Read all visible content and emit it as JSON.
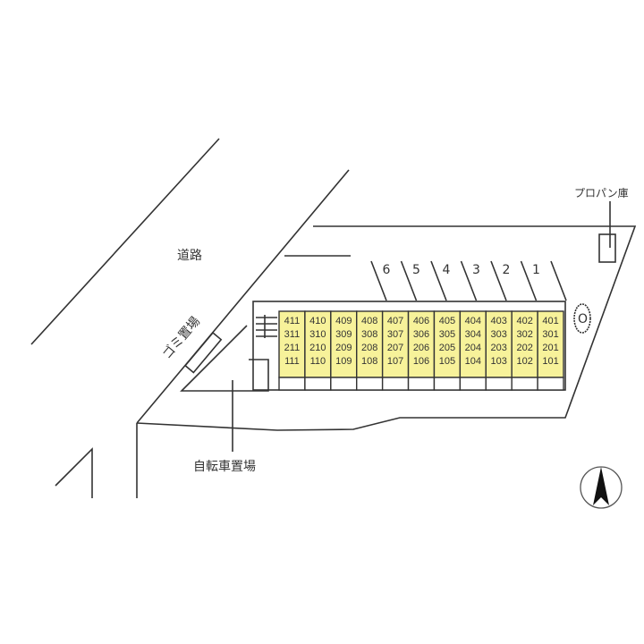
{
  "labels": {
    "road": "道路",
    "garbage": "ゴミ置場",
    "bicycle": "自転車置場",
    "propane": "プロパン庫",
    "circle_mark": "O"
  },
  "parking": [
    "6",
    "5",
    "4",
    "3",
    "2",
    "1"
  ],
  "units": [
    [
      "411",
      "311",
      "211",
      "111"
    ],
    [
      "410",
      "310",
      "210",
      "110"
    ],
    [
      "409",
      "309",
      "209",
      "109"
    ],
    [
      "408",
      "308",
      "208",
      "108"
    ],
    [
      "407",
      "307",
      "207",
      "107"
    ],
    [
      "406",
      "306",
      "206",
      "106"
    ],
    [
      "405",
      "305",
      "205",
      "105"
    ],
    [
      "404",
      "304",
      "204",
      "104"
    ],
    [
      "403",
      "303",
      "203",
      "103"
    ],
    [
      "402",
      "302",
      "202",
      "102"
    ],
    [
      "401",
      "301",
      "201",
      "101"
    ]
  ],
  "colors": {
    "unit_fill": "#f7f29a",
    "line": "#333333"
  },
  "icons": {
    "north": "north-arrow-icon"
  }
}
